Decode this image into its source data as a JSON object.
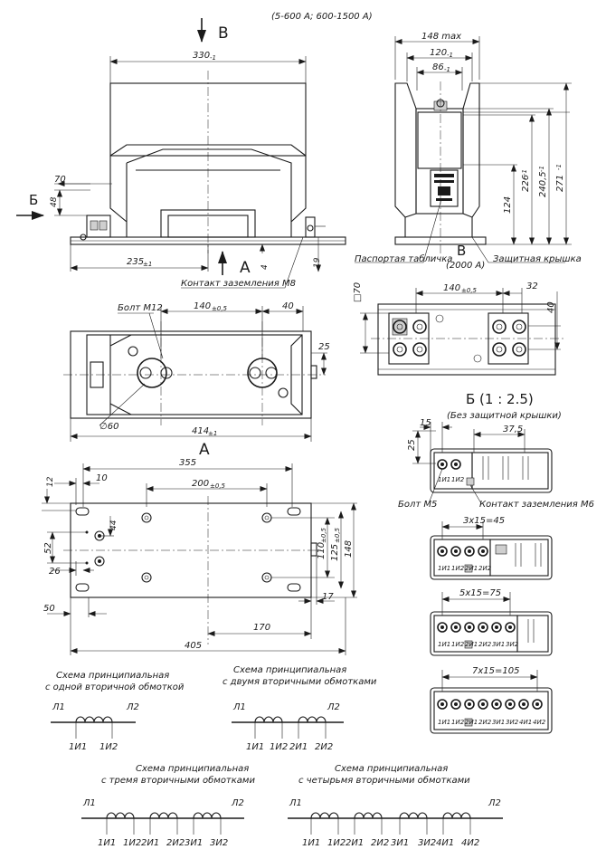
{
  "header": {
    "range": "(5-600 А; 600-1500 А)"
  },
  "views": {
    "b": "В",
    "a": "А",
    "be": "Б",
    "b_right": "В",
    "a_plan": "А",
    "be_detail": "Б (1 : 2.5)"
  },
  "front": {
    "d330": "330",
    "d330_tol": "-1",
    "d70": "70",
    "d48": "48",
    "d235": "235",
    "d235_tol": "±1",
    "d4": "4",
    "d19": "19",
    "ground": "Контакт заземления М8"
  },
  "side": {
    "d148": "148 max",
    "d120": "120",
    "d120_tol": "-1",
    "d86": "86",
    "d86_tol": "-1",
    "d124": "124",
    "d226": "226",
    "d226_tol": "-1",
    "d240": "240,5",
    "d240_tol": "-1",
    "d271": "271",
    "d271_tol": "-1",
    "plate": "Паспортая табличка",
    "current": "(2000 А)",
    "cover": "Защитная крышка"
  },
  "top": {
    "bolt": "Болт М12",
    "d140": "140",
    "d140_tol": "±0,5",
    "d40": "40",
    "d25": "25",
    "d60": "∅60",
    "d414": "414",
    "d414_tol": "±1"
  },
  "right_top": {
    "d70": "□70",
    "d140": "140",
    "d140_tol": "±0,5",
    "d32": "32",
    "d40": "40"
  },
  "detail": {
    "subtitle": "(Без защитной крышки)",
    "d15": "15",
    "d25": "25",
    "d37": "37,5",
    "bolt": "Болт М5",
    "ground": "Контакт заземления М6",
    "d45": "3x15=45",
    "d75": "5x15=75",
    "d105": "7x15=105",
    "panel1": [
      "1И1",
      "1И2"
    ],
    "panel2": [
      "1И1",
      "1И2",
      "2И1",
      "2И2"
    ],
    "panel3": [
      "1И1",
      "1И2",
      "2И1",
      "2И2",
      "3И1",
      "3И2"
    ],
    "panel4": [
      "1И1",
      "1И2",
      "2И1",
      "2И2",
      "3И1",
      "3И2",
      "4И1",
      "4И2"
    ]
  },
  "plan": {
    "d355": "355",
    "d10": "10",
    "d12": "12",
    "d200": "200",
    "d200_tol": "±0,5",
    "d44": "44",
    "d52": "52",
    "d26": "26",
    "d110": "110",
    "d110_tol": "±0,5",
    "d125": "125",
    "d125_tol": "±0,5",
    "d148": "148",
    "d17": "17",
    "d50": "50",
    "d170": "170",
    "d405": "405"
  },
  "schemes": {
    "s1": {
      "title1": "Схема принципиальная",
      "title2": "с одной вторичной обмоткой",
      "l1": "Л1",
      "l2": "Л2",
      "taps": [
        "1И1",
        "1И2"
      ]
    },
    "s2": {
      "title1": "Схема принципиальная",
      "title2": "с двумя вторичными обмотками",
      "l1": "Л1",
      "l2": "Л2",
      "taps": [
        "1И1",
        "1И2",
        "2И1",
        "2И2"
      ]
    },
    "s3": {
      "title1": "Схема принципиальная",
      "title2": "с тремя вторичными обмотками",
      "l1": "Л1",
      "l2": "Л2",
      "taps": [
        "1И1",
        "1И2",
        "2И1",
        "2И2",
        "3И1",
        "3И2"
      ]
    },
    "s4": {
      "title1": "Схема принципиальная",
      "title2": "с четырьмя вторичными обмотками",
      "l1": "Л1",
      "l2": "Л2",
      "taps": [
        "1И1",
        "1И2",
        "2И1",
        "2И2",
        "3И1",
        "3И2",
        "4И1",
        "4И2"
      ]
    }
  }
}
